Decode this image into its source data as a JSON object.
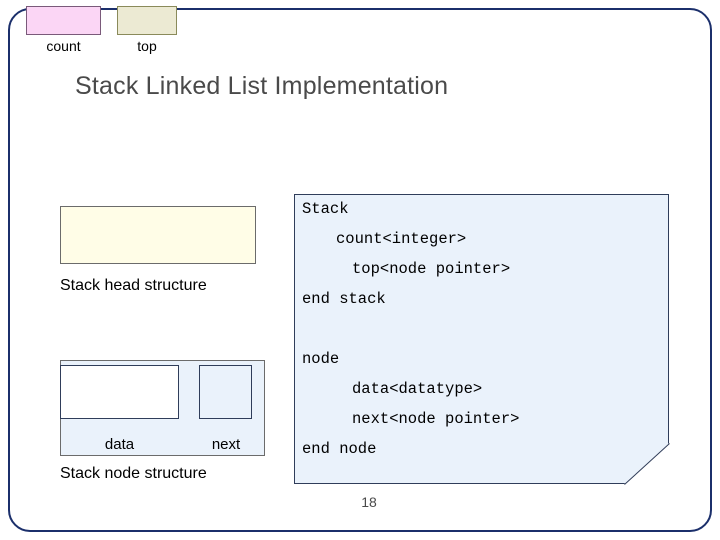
{
  "slide": {
    "title": "Stack Linked List Implementation",
    "page_number": "18"
  },
  "head_diagram": {
    "count_label": "count",
    "top_label": "top",
    "caption": "Stack head structure",
    "cell_colors": {
      "count_fill": "#fbd6f5",
      "top_fill": "#ecead3",
      "container_fill": "#fffde7"
    }
  },
  "node_diagram": {
    "data_label": "data",
    "next_label": "next",
    "caption": "Stack node structure",
    "cell_colors": {
      "data_fill": "#ffffff",
      "next_fill": "#eaf2fb",
      "container_fill": "#eaf2fb"
    }
  },
  "code_panel": {
    "background": "#eaf2fb",
    "lines": [
      {
        "text": "Stack",
        "indent": 0
      },
      {
        "text": "count<integer>",
        "indent": 1
      },
      {
        "text": "top<node pointer>",
        "indent": 2
      },
      {
        "text": "end stack",
        "indent": 0
      },
      {
        "text": "",
        "indent": 0
      },
      {
        "text": "node",
        "indent": 0
      },
      {
        "text": "data<datatype>",
        "indent": 2
      },
      {
        "text": "next<node pointer>",
        "indent": 2
      },
      {
        "text": "end node",
        "indent": 0
      }
    ]
  }
}
